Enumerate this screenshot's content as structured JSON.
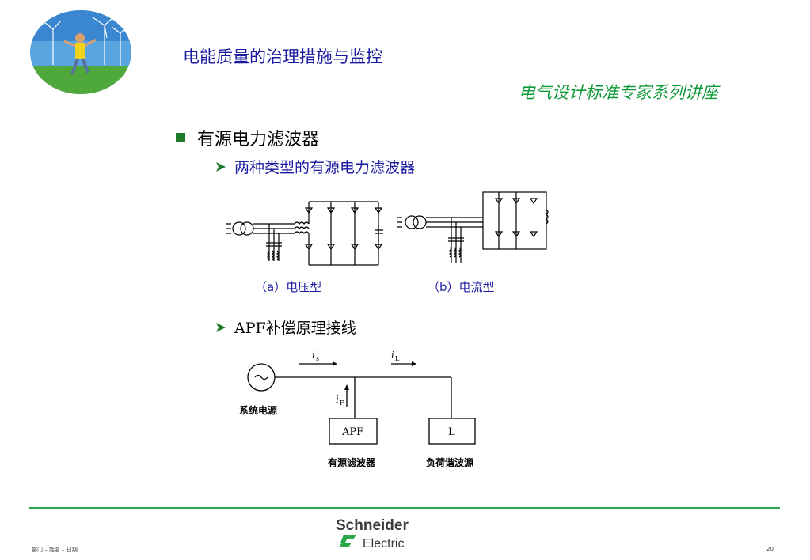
{
  "header": {
    "title": "电能质量的治理措施与监控",
    "series": "电气设计标准专家系列讲座"
  },
  "content": {
    "bullet": "有源电力滤波器",
    "sub_items": [
      "两种类型的有源电力滤波器",
      "APF补偿原理接线"
    ],
    "diagram1_captions": [
      "（a）电压型",
      "（b）电流型"
    ],
    "diagram2": {
      "current_source": "i",
      "current_source_sub": "s",
      "current_load": "i",
      "current_load_sub": "L",
      "current_filter": "i",
      "current_filter_sub": "F",
      "source_label": "系统电源",
      "apf_box": "APF",
      "apf_label": "有源滤波器",
      "load_box": "L",
      "load_label": "负荷谐波源"
    }
  },
  "footer": {
    "left_text": "部门 – 姓名 – 日期",
    "page_number": "20",
    "brand_line1": "Schneider",
    "brand_line2": "Electric"
  },
  "colors": {
    "title": "#1a1aa0",
    "series": "#0f9a3a",
    "bullet": "#1f7a2b",
    "footer_line": "#2aa84a"
  }
}
